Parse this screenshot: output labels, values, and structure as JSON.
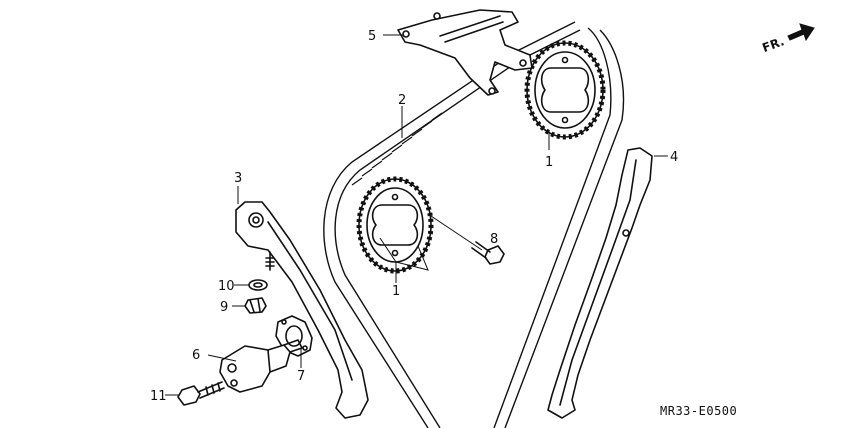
{
  "direction_indicator": {
    "label": "FR.",
    "icon": "arrow-front-icon"
  },
  "reference_code": "MR33-E0500",
  "callouts": {
    "c1_upper": "1",
    "c1_lower": "1",
    "c2": "2",
    "c3": "3",
    "c4": "4",
    "c5": "5",
    "c6": "6",
    "c7": "7",
    "c8": "8",
    "c9": "9",
    "c10": "10",
    "c11": "11"
  }
}
